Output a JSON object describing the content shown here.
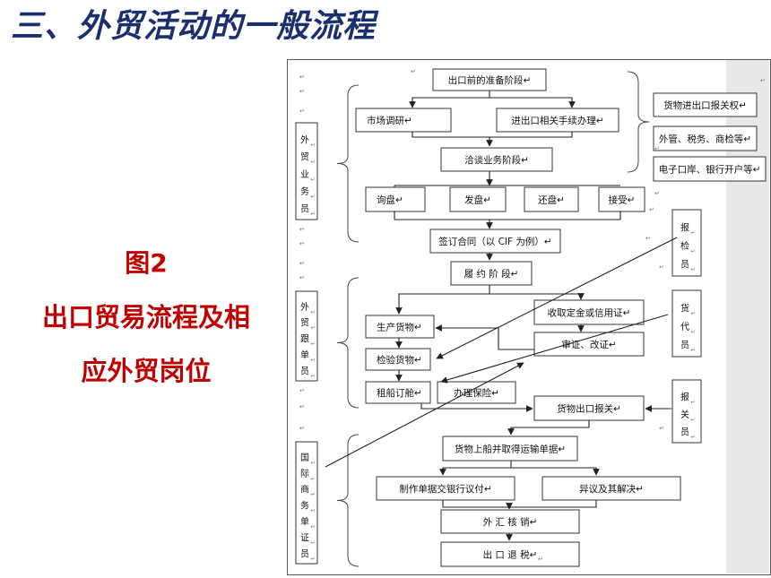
{
  "slide": {
    "title": "三、外贸活动的一般流程",
    "caption_line1": "图2",
    "caption_line2": "出口贸易流程及相",
    "caption_line3": "应外贸岗位"
  },
  "flow": {
    "prep_stage": "出口前的准备阶段",
    "market_research": "市场调研",
    "export_formalities": "进出口相关手续办理",
    "negotiation_stage": "洽谈业务阶段",
    "inquiry": "询盘",
    "offer": "发盘",
    "counter_offer": "还盘",
    "acceptance": "接受",
    "sign_contract": "签订合同（以 CIF 为例）",
    "performance_stage": "履 约 阶 段",
    "produce_goods": "生产货物",
    "inspect_goods": "检验货物",
    "book_shipping": "租船订舱",
    "insurance": "办理保险",
    "collect_deposit": "收取定金或信用证",
    "verify_lc": "审证、改证",
    "customs_export": "货物出口报关",
    "loading_docs": "货物上船并取得运输单据",
    "make_documents": "制作单据交银行议付",
    "disputes": "异议及其解决",
    "fx_verification": "外 汇 核 销",
    "tax_refund": "出 口 退 税"
  },
  "right_notes": {
    "import_export_right": "货物进出口报关权",
    "agencies": "外管、税务、商检等",
    "eport_bank": "电子口岸、银行开户等"
  },
  "roles": {
    "salesperson": "外贸业务员",
    "merchandiser": "外贸跟单员",
    "doc_clerk": "国际商务单证员",
    "inspection_declarer": "报检员",
    "freight_agent": "货代员",
    "customs_declarer": "报关员"
  },
  "return_mark": "↵",
  "colors": {
    "title": "#1b2f6e",
    "caption": "#c00000",
    "box_border": "#333333",
    "arrow": "#222222"
  }
}
